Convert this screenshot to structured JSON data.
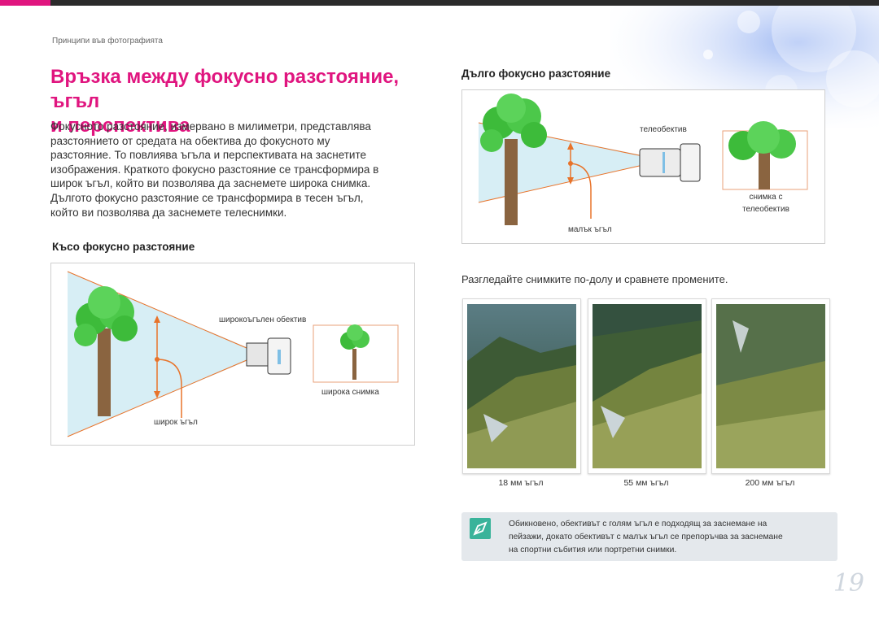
{
  "breadcrumb": "Принципи във фотографията",
  "title_line1": "Връзка между фокусно разстояние, ъгъл",
  "title_line2": "и перспектива",
  "intro_lines": [
    "Фокусното разстояние, измервано в милиметри, представлява",
    "разстоянието от средата на обектива до фокусното му",
    "разстояние. То повлиява ъгъла и перспективата на заснетите",
    "изображения. Краткото фокусно разстояние се трансформира в",
    "широк ъгъл, който ви позволява да заснемете широка снимка.",
    "Дългото фокусно разстояние се трансформира в тесен ъгъл,",
    "който ви позволява да заснемете телеснимки."
  ],
  "short_focal": {
    "heading": "Късо фокусно разстояние",
    "lens_label": "широкоъгълен обектив",
    "photo_label": "широка снимка",
    "angle_label": "широк ъгъл"
  },
  "long_focal": {
    "heading": "Дълго фокусно разстояние",
    "lens_label": "телеобектив",
    "photo_label_1": "снимка с",
    "photo_label_2": "телеобектив",
    "angle_label": "малък ъгъл"
  },
  "compare_text": "Разгледайте снимките по-долу и сравнете промените.",
  "photos": [
    {
      "caption": "18 мм ъгъл"
    },
    {
      "caption": "55 мм ъгъл"
    },
    {
      "caption": "200 мм ъгъл"
    }
  ],
  "note_lines": [
    "Обикновено, обективът с голям ъгъл е подходящ за заснемане на",
    "пейзажи, докато обективът с малък ъгъл се препоръчва за заснемане",
    "на спортни събития или портретни снимки."
  ],
  "note_icon": "pen-nib-icon",
  "page_number": "19",
  "colors": {
    "accent": "#e0157f",
    "tree_green": "#3dbb3a",
    "trunk": "#8a6440",
    "beam": "#bfe6f0",
    "orange": "#e8732a",
    "note_bg": "#e4e8ec",
    "note_icon": "#39b39a"
  }
}
